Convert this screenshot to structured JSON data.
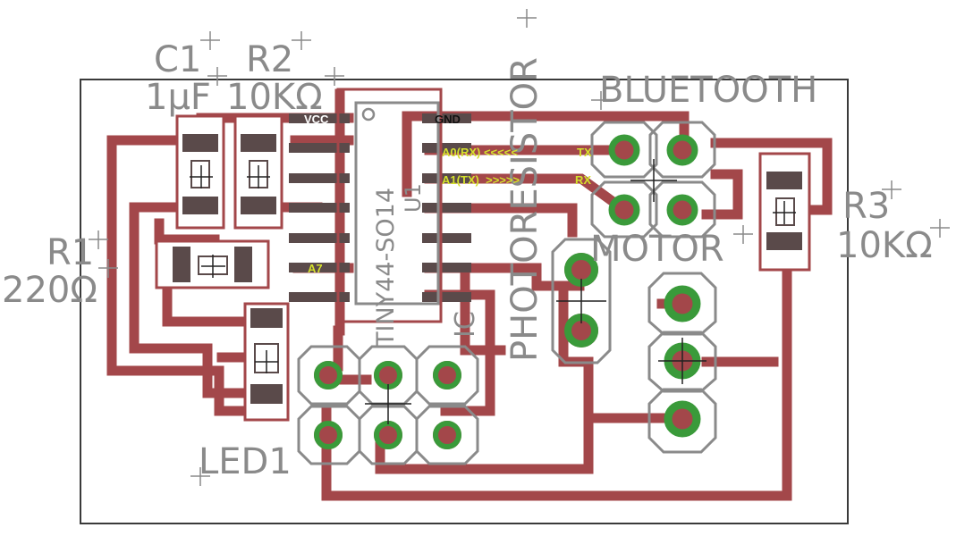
{
  "colors": {
    "background": "#ffffff",
    "board_outline": "#3a3a3a",
    "trace": "#a3474a",
    "silkscreen": "#8a8a8a",
    "pad_ring": "#3a9a3a",
    "smd_pad": "#5a4a4a",
    "net_label_light": "#d4e02c",
    "net_label_dark": "#ffffff"
  },
  "components": {
    "c1": {
      "name": "C1",
      "value": "1μF"
    },
    "r2": {
      "name": "R2",
      "value": "10KΩ"
    },
    "r1": {
      "name": "R1",
      "value": "220Ω"
    },
    "r3": {
      "name": "R3",
      "value": "10KΩ"
    },
    "u1": {
      "name": "U1",
      "part": "TINY44-SO14"
    },
    "photo": {
      "name": "PHOTORESISTOR"
    },
    "bluetooth": {
      "name": "BLUETOOTH"
    },
    "motor": {
      "name": "MOTOR"
    },
    "led": {
      "name": "LED1"
    },
    "isp": {
      "name": "IC"
    }
  },
  "net_labels": {
    "vcc": "VCC",
    "gnd": "GND",
    "a0": "A0(RX) <<<<<",
    "tx": "TX",
    "a1": "A1(TX)  >>>>>",
    "rx": "RX",
    "a7": "A7"
  }
}
